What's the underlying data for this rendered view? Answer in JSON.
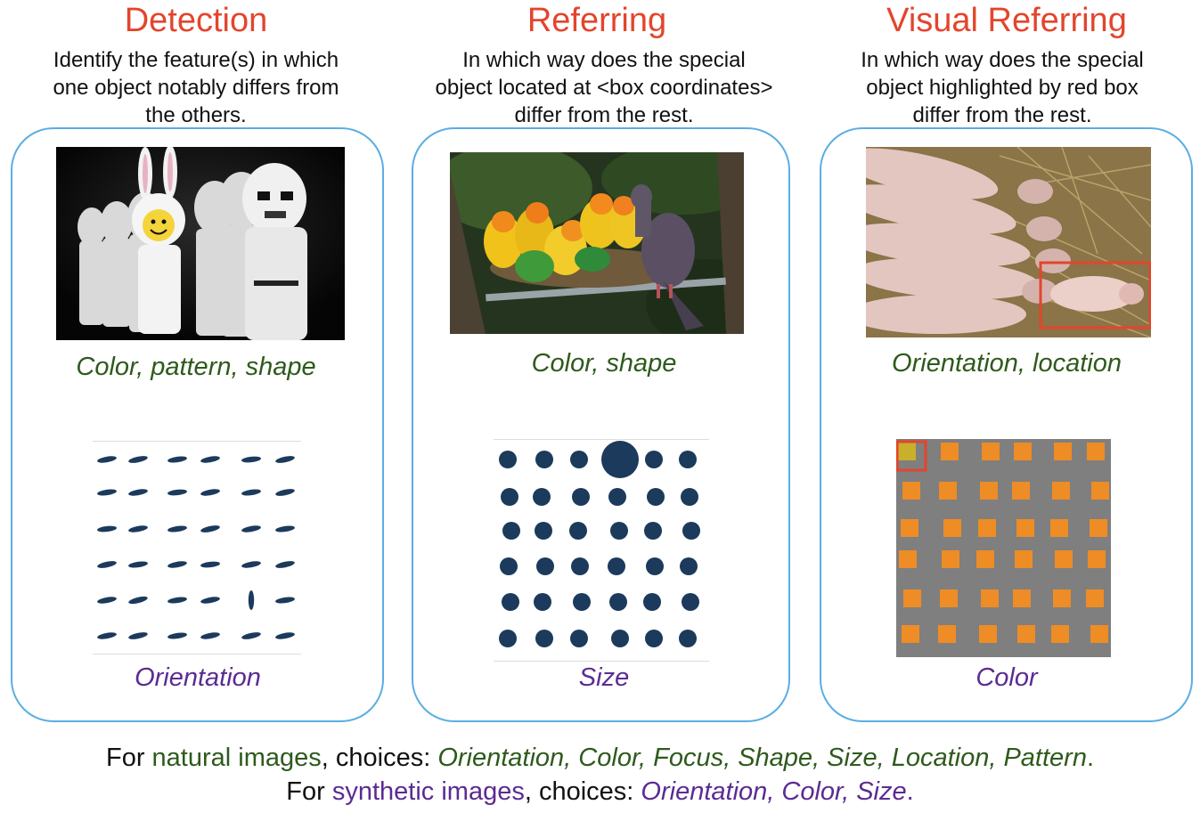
{
  "columns": [
    {
      "title": "Detection",
      "description_lines": [
        "Identify the feature(s) in which",
        "one object notably differs from",
        "the others."
      ],
      "natural_caption": "Color, pattern, shape",
      "synthetic_caption": "Orientation"
    },
    {
      "title": "Referring",
      "description_lines": [
        "In which way does the special",
        "object located at <box coordinates>",
        "differ from the rest."
      ],
      "natural_caption": "Color, shape",
      "synthetic_caption": "Size"
    },
    {
      "title": "Visual Referring",
      "description_lines": [
        "In which way does the special",
        "object highlighted by red box",
        "differ from the rest."
      ],
      "natural_caption": "Orientation, location",
      "synthetic_caption": "Color"
    }
  ],
  "footer": {
    "line1": {
      "prefix": "For ",
      "category": "natural images",
      "mid": ", choices: ",
      "choices": "Orientation, Color, Focus, Shape, Size, Location, Pattern",
      "end": "."
    },
    "line2": {
      "prefix": "For ",
      "category": "synthetic images",
      "mid": ", choices: ",
      "choices": "Orientation, Color, Size",
      "end": "."
    }
  },
  "colors": {
    "title": "#e3452c",
    "panel_border": "#5aaee3",
    "natural": "#2e5a1c",
    "synthetic": "#5b2b93",
    "dot": "#1b3a5c",
    "square_orange": "#ee8c25",
    "square_odd": "#c9b02b",
    "square_bg": "#7f7f7f",
    "highlight_box": "#e3452c"
  }
}
